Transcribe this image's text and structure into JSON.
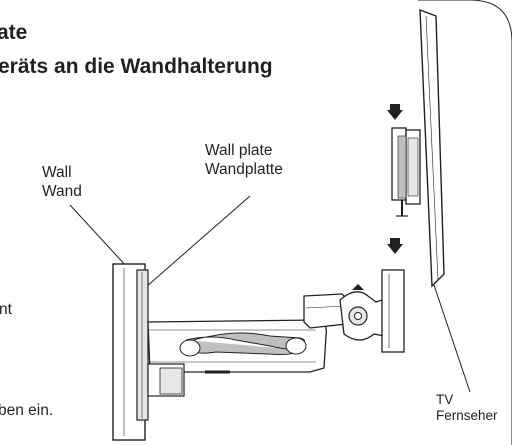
{
  "heading": {
    "line1": "ate",
    "line2": "eräts an die Wandhalterung"
  },
  "labels": {
    "wall_en": "Wall",
    "wall_de": "Wand",
    "wall_plate_en": "Wall plate",
    "wall_plate_de": "Wandplatte",
    "tv_en": "TV",
    "tv_de": "Fernseher"
  },
  "fragments": {
    "nt": "nt",
    "ben_ein": "ben ein."
  },
  "colors": {
    "ink": "#231f20",
    "fill_light": "#e6e6e6",
    "fill_mid": "#bfbfbf"
  }
}
